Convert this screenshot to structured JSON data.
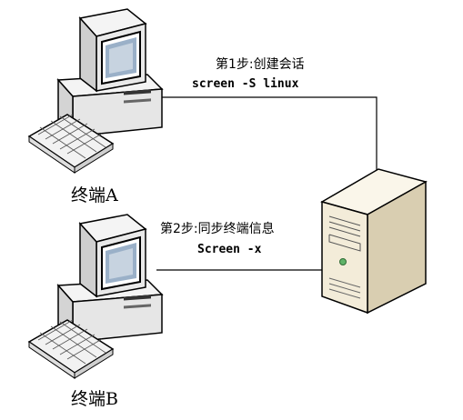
{
  "diagram": {
    "step1": {
      "label": "第1步:创建会话",
      "command": "screen -S linux"
    },
    "step2": {
      "label": "第2步:同步终端信息",
      "command": "Screen -x"
    },
    "terminals": [
      {
        "label": "终端A",
        "icon": "desktop-computer-icon"
      },
      {
        "label": "终端B",
        "icon": "desktop-computer-icon"
      }
    ],
    "server": {
      "icon": "server-tower-icon"
    },
    "colors": {
      "line": "#000000",
      "server_body": "#f3ecd9",
      "screen_blue": "#8ea6c4",
      "led_green": "#5fb368"
    }
  }
}
